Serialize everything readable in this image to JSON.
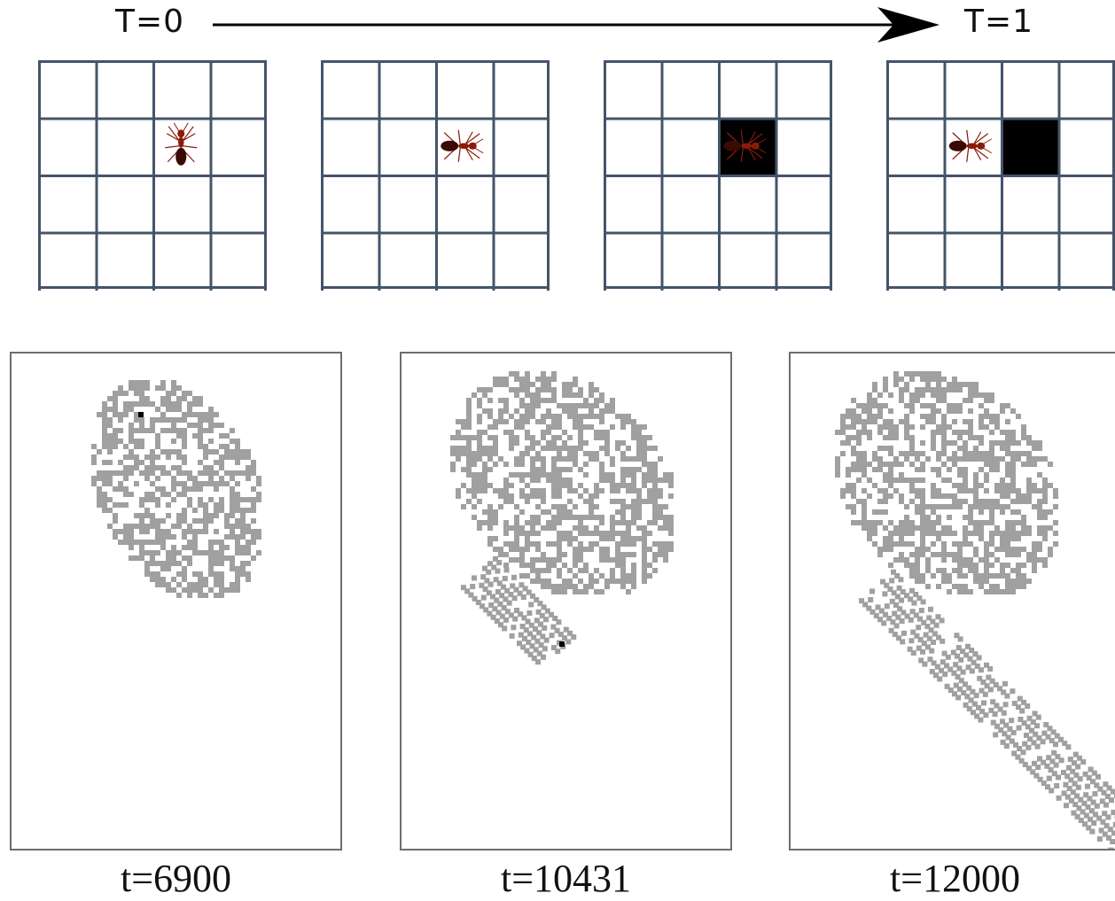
{
  "timeline": {
    "start_label": "T=0",
    "end_label": "T=1"
  },
  "step_grids": [
    {
      "ant_cell": [
        1,
        2
      ],
      "ant_heading": "up",
      "black_cells": []
    },
    {
      "ant_cell": [
        1,
        2
      ],
      "ant_heading": "right",
      "black_cells": []
    },
    {
      "ant_cell": [
        1,
        2
      ],
      "ant_heading": "right",
      "black_cells": [
        [
          1,
          2
        ]
      ]
    },
    {
      "ant_cell": [
        1,
        1
      ],
      "ant_heading": "right",
      "black_cells": [
        [
          1,
          2
        ]
      ]
    }
  ],
  "colors": {
    "grid_line": "#44546a",
    "visited_cell": "#a0a0a0",
    "ant": "#8b1a0a",
    "black_cell": "#000000",
    "panel_border": "#6e6e6e"
  },
  "panels": [
    {
      "caption": "t=6900"
    },
    {
      "caption": "t=10431"
    },
    {
      "caption": "t=12000"
    }
  ]
}
